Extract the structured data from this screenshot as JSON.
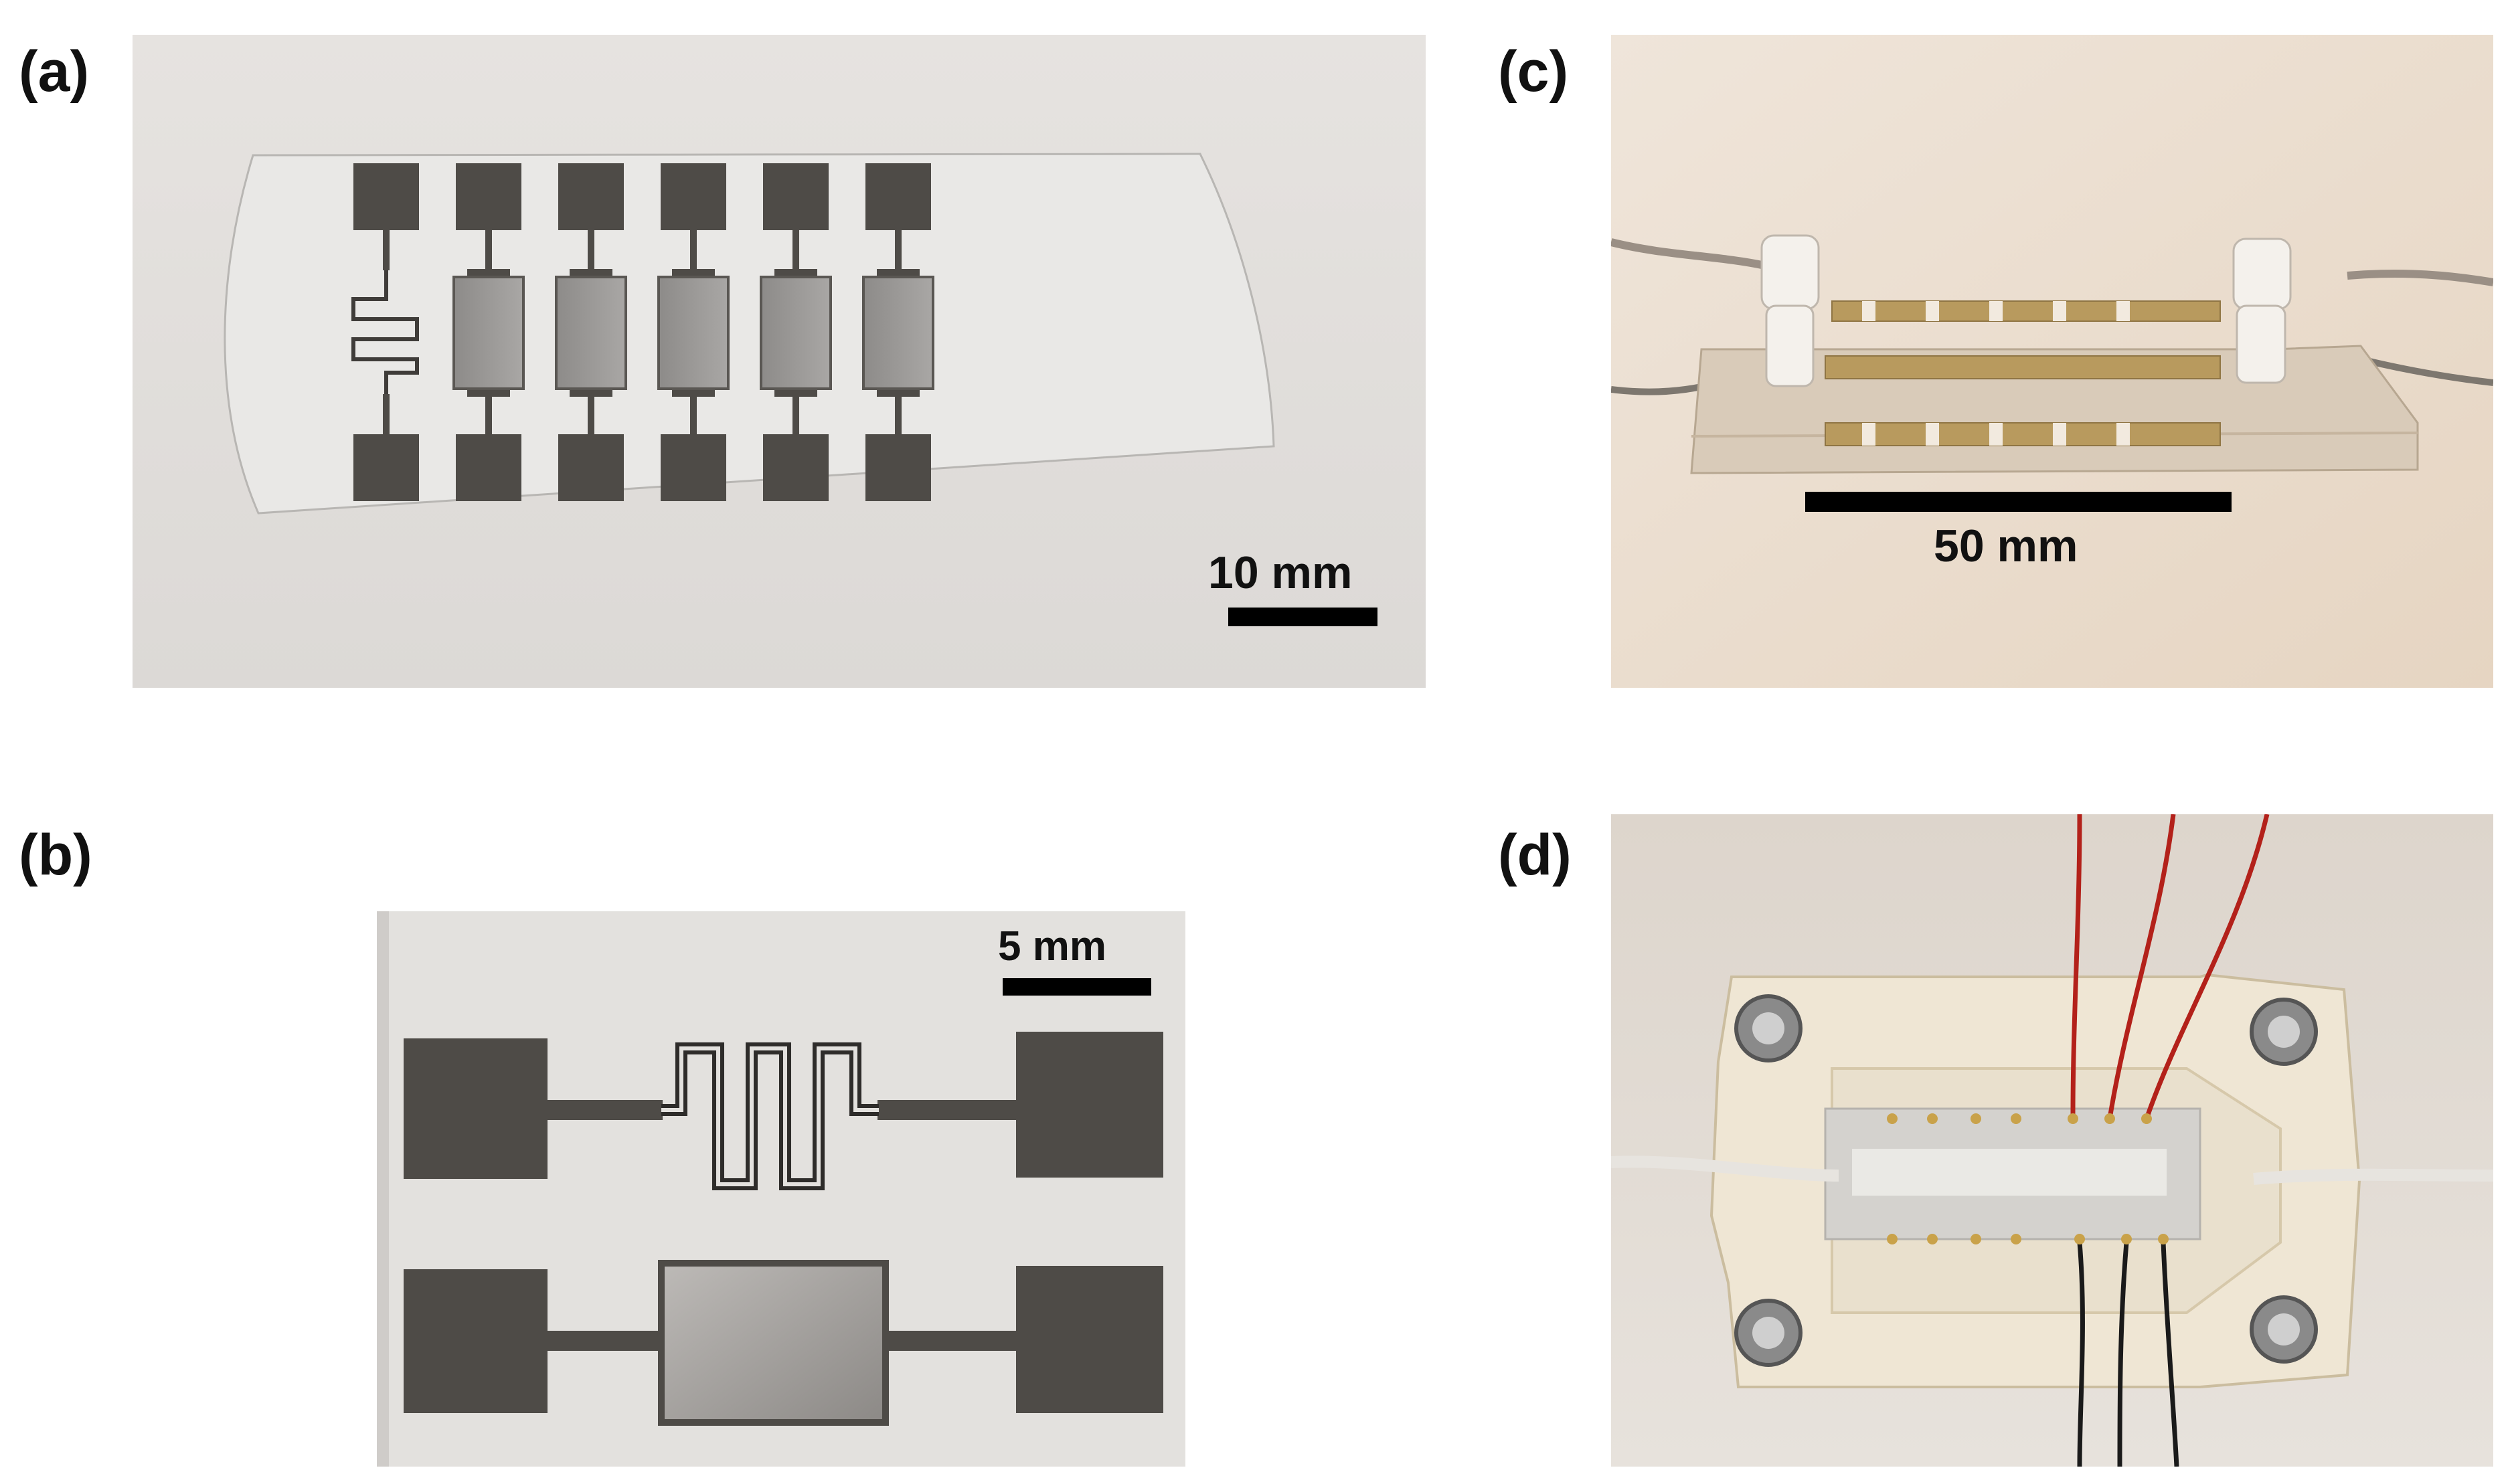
{
  "figure": {
    "panels": [
      {
        "label": "(a)",
        "scale_bar_text": "10 mm"
      },
      {
        "label": "(b)",
        "scale_bar_text": "5 mm"
      },
      {
        "label": "(c)",
        "scale_bar_text": "50 mm"
      },
      {
        "label": "(d)"
      }
    ]
  }
}
